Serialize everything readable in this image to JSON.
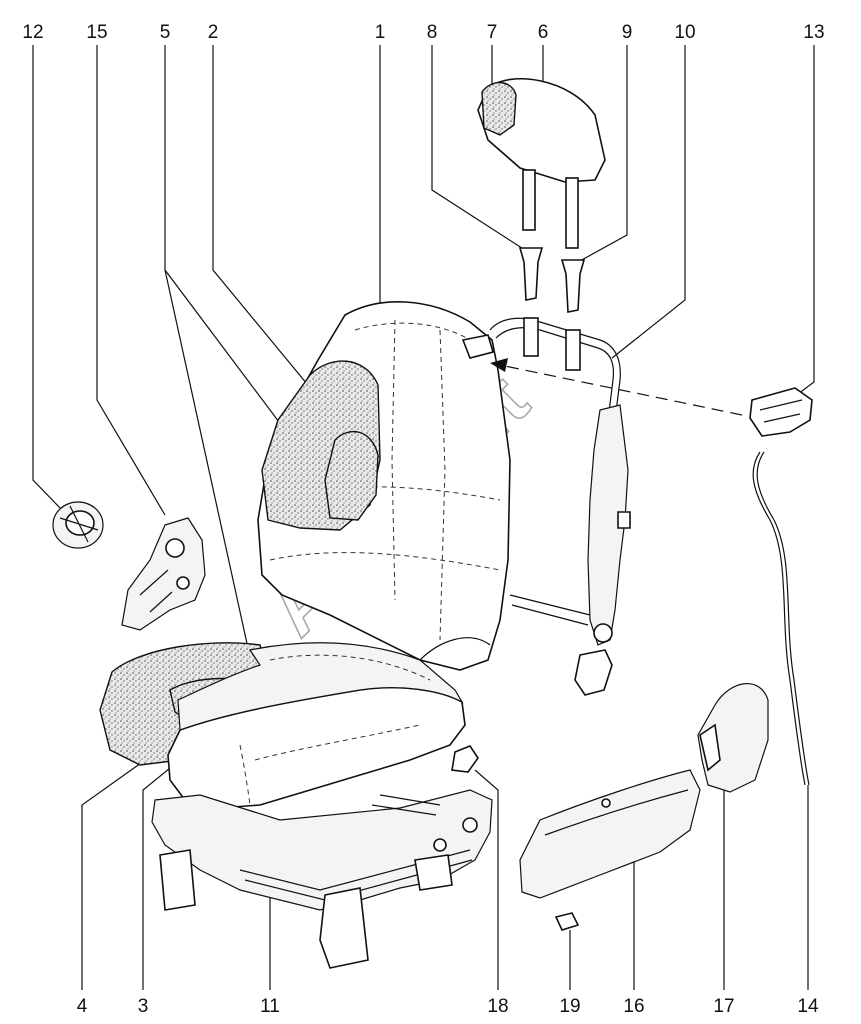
{
  "watermark": "AutoSoft",
  "callouts": [
    "12",
    "15",
    "5",
    "2",
    "1",
    "8",
    "7",
    "6",
    "9",
    "10",
    "13",
    "4",
    "3",
    "11",
    "18",
    "19",
    "16",
    "17",
    "14"
  ],
  "icons": {
    "seat_back": "seat-back-cushion",
    "seat_cushion": "seat-bottom-cushion",
    "headrest": "headrest",
    "recliner": "recliner-mechanism",
    "seat_frame": "seat-rail-frame",
    "side_trim": "side-trim-panel",
    "handle": "adjustment-handle"
  }
}
